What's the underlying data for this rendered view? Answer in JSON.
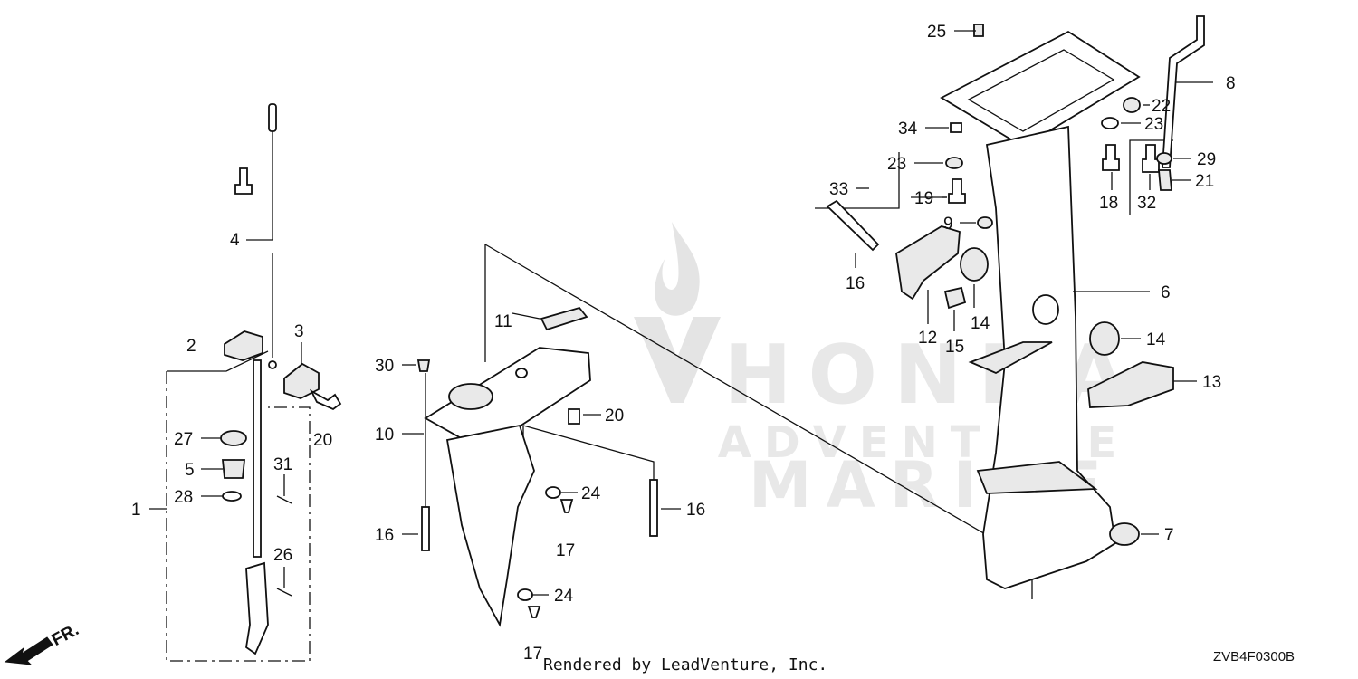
{
  "diagram": {
    "watermark": {
      "brand": "HONDA",
      "line1": "ADVENTURE",
      "line2": "MARINE"
    },
    "footer": {
      "rendered_by": "Rendered by LeadVenture, Inc.",
      "diagram_code": "ZVB4F0300B"
    },
    "front_indicator": "FR.",
    "callouts": {
      "c1": "1",
      "c2": "2",
      "c3": "3",
      "c4": "4",
      "c5": "5",
      "c6": "6",
      "c7": "7",
      "c8": "8",
      "c9": "9",
      "c10": "10",
      "c11": "11",
      "c12": "12",
      "c13": "13",
      "c14a": "14",
      "c14b": "14",
      "c15": "15",
      "c16a": "16",
      "c16b": "16",
      "c16c": "16",
      "c17a": "17",
      "c17b": "17",
      "c18": "18",
      "c19": "19",
      "c20a": "20",
      "c20b": "20",
      "c21": "21",
      "c22": "22",
      "c23a": "23",
      "c23b": "23",
      "c24a": "24",
      "c24b": "24",
      "c25": "25",
      "c26": "26",
      "c27": "27",
      "c28": "28",
      "c29": "29",
      "c30": "30",
      "c31": "31",
      "c32": "32",
      "c33": "33",
      "c34": "34"
    }
  }
}
